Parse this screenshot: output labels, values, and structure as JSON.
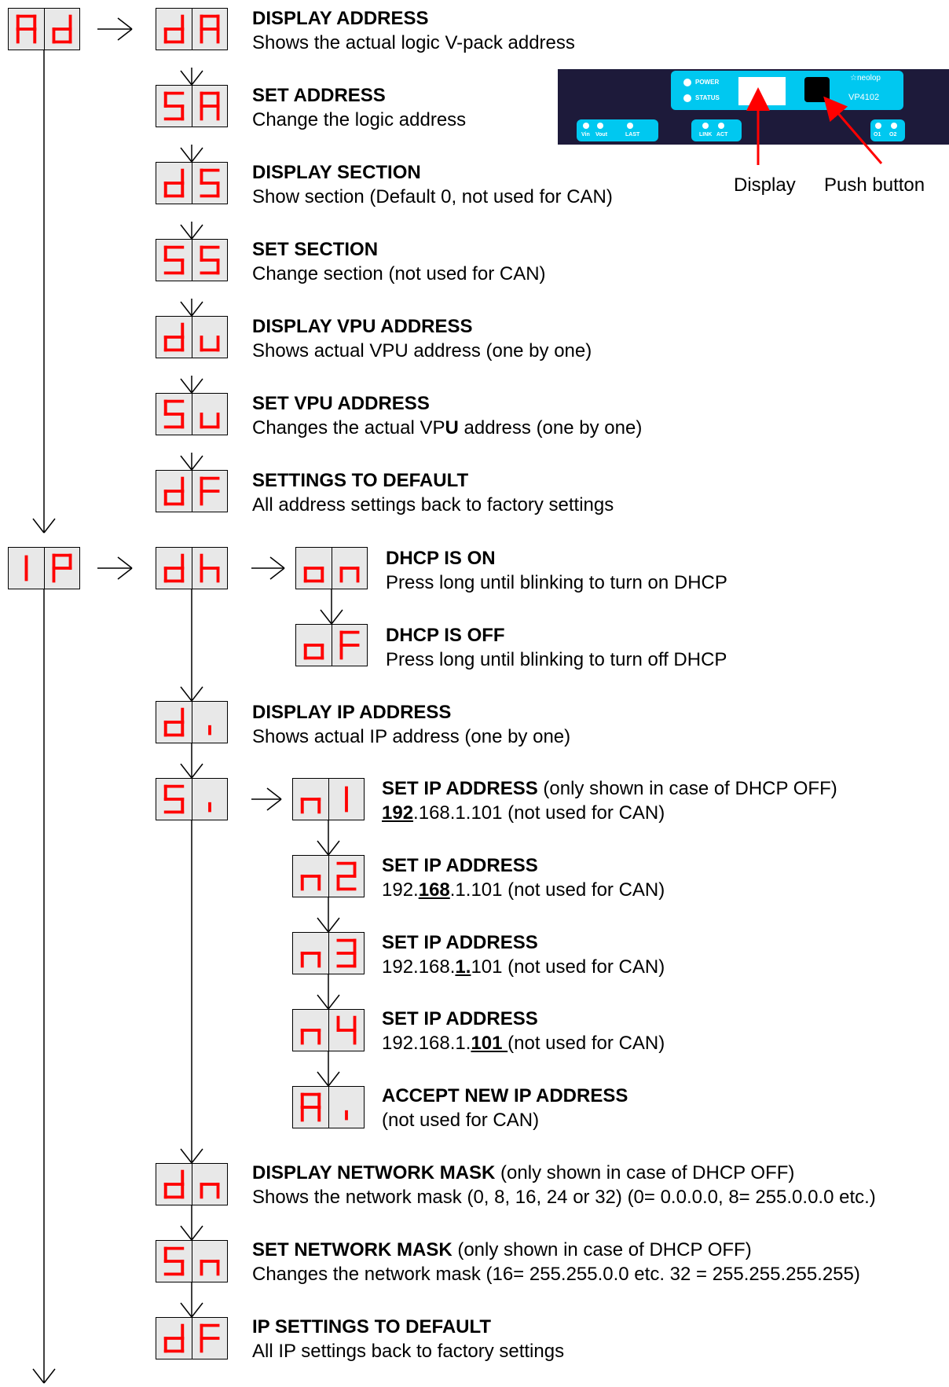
{
  "colors": {
    "segment": "#ff0000",
    "display_bg": "#e8e8e8",
    "panel_bg": "#1d1a3a",
    "panel_accent": "#00c8f0"
  },
  "displays": {
    "ad": [
      "A",
      "d"
    ],
    "da": [
      "d",
      "A"
    ],
    "sa": [
      "S",
      "A"
    ],
    "ds": [
      "d",
      "S"
    ],
    "ss": [
      "S",
      "S"
    ],
    "du": [
      "d",
      "u"
    ],
    "su": [
      "S",
      "u"
    ],
    "df1": [
      "d",
      "F"
    ],
    "ip": [
      "I",
      "P"
    ],
    "dh": [
      "d",
      "h"
    ],
    "on": [
      "o",
      "n"
    ],
    "of": [
      "o",
      "F"
    ],
    "di": [
      "d",
      "i"
    ],
    "si": [
      "S",
      "i"
    ],
    "n1": [
      "n",
      "1"
    ],
    "n2": [
      "n",
      "2"
    ],
    "n3": [
      "n",
      "3"
    ],
    "n4": [
      "n",
      "4"
    ],
    "ai": [
      "A",
      "i"
    ],
    "dn": [
      "d",
      "n"
    ],
    "sn": [
      "S",
      "n"
    ],
    "df2": [
      "d",
      "F"
    ]
  },
  "items": {
    "da": {
      "title": "DISPLAY ADDRESS",
      "desc": "Shows the actual logic V-pack address"
    },
    "sa": {
      "title": "SET  ADDRESS",
      "desc": "Change the logic address"
    },
    "ds": {
      "title": "DISPLAY SECTION",
      "desc": "Show section (Default 0, not used for CAN)"
    },
    "ss": {
      "title": "SET SECTION",
      "desc": "Change section (not used for CAN)"
    },
    "du": {
      "title": "DISPLAY VPU ADDRESS",
      "desc": "Shows actual VPU address (one by one)"
    },
    "su": {
      "title": "SET VPU ADDRESS",
      "desc_pre": "Changes the actual VP",
      "desc_bold": "U",
      "desc_post": " address (one by one)"
    },
    "df1": {
      "title": "SETTINGS TO DEFAULT",
      "desc": "All address settings back to factory settings"
    },
    "on": {
      "title": "DHCP IS ON",
      "desc": "Press long until blinking to turn on DHCP"
    },
    "of": {
      "title": "DHCP IS OFF",
      "desc": "Press long until blinking to turn off DHCP"
    },
    "di": {
      "title": "DISPLAY IP ADDRESS",
      "desc": "Shows actual IP address (one by one)"
    },
    "n1": {
      "title": "SET IP ADDRESS",
      "note": " (only shown in case of DHCP OFF)",
      "ip_pre": "",
      "ip_bold": "192",
      "ip_post": ".168.1.101 (not used for CAN)"
    },
    "n2": {
      "title": "SET IP ADDRESS",
      "ip_pre": "192.",
      "ip_bold": "168",
      "ip_post": ".1.101 (not used for CAN)"
    },
    "n3": {
      "title": "SET IP ADDRESS",
      "ip_pre": "192.168.",
      "ip_bold": "1.",
      "ip_post": "101 (not used for CAN)"
    },
    "n4": {
      "title": "SET IP ADDRESS",
      "ip_pre": "192.168.1.",
      "ip_bold": "101 ",
      "ip_post": "(not used for CAN)"
    },
    "ai": {
      "title": "ACCEPT NEW IP ADDRESS",
      "desc": "(not used for CAN)"
    },
    "dn": {
      "title": "DISPLAY NETWORK MASK",
      "note": " (only shown  in case of DHCP OFF)",
      "desc": "Shows the network mask (0, 8, 16, 24 or 32) (0= 0.0.0.0, 8= 255.0.0.0 etc.)"
    },
    "sn": {
      "title": "SET NETWORK MASK",
      "note": " (only shown  in case of DHCP OFF)",
      "desc": "Changes the network mask (16= 255.255.0.0 etc. 32 = 255.255.255.255)"
    },
    "df2": {
      "title": "IP SETTINGS TO DEFAULT",
      "desc": "All IP settings back to factory settings"
    }
  },
  "device": {
    "model": "VP4102",
    "brand": "☆neolop",
    "led_power": "POWER",
    "led_status": "STATUS",
    "label_vin": "Vin",
    "label_vout": "Vout",
    "label_last": "LAST",
    "label_link": "LINK",
    "label_act": "ACT",
    "label_o1": "O1",
    "label_o2": "O2",
    "caption_display": "Display",
    "caption_button": "Push button"
  }
}
